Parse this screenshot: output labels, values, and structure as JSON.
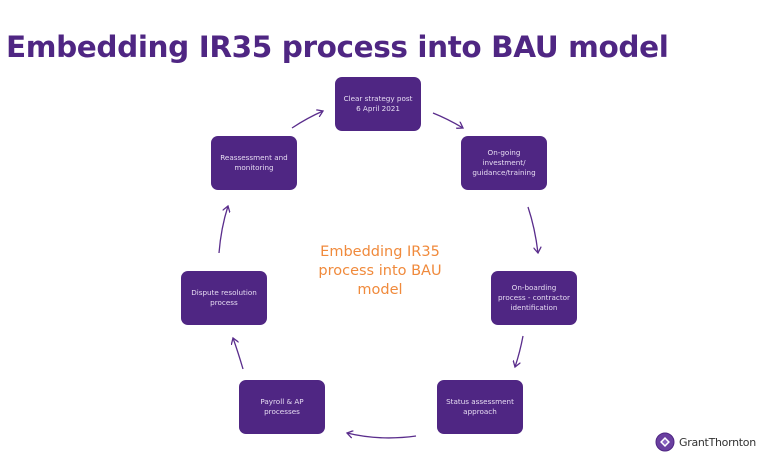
{
  "slide": {
    "title": "Embedding IR35 process into BAU model",
    "center_label": "Embedding IR35\nprocess into BAU\nmodel",
    "brand_color": "#4f2683",
    "accent_color": "#f08a3c"
  },
  "cycle_steps": [
    {
      "label": "Clear strategy post\n6 April 2021"
    },
    {
      "label": "On-going\ninvestment/\nguidance/training"
    },
    {
      "label": "On-boarding\nprocess - contractor\nidentification"
    },
    {
      "label": "Status assessment\napproach"
    },
    {
      "label": "Payroll  & AP\nprocesses"
    },
    {
      "label": "Dispute resolution\nprocess"
    },
    {
      "label": "Reassessment and\nmonitoring"
    }
  ],
  "logo": {
    "icon": "grant-thornton-logo-icon",
    "text": "GrantThornton"
  }
}
